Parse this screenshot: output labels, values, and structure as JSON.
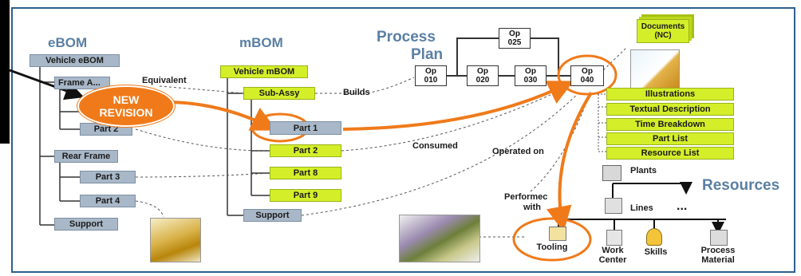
{
  "ebom": {
    "title": "eBOM",
    "root": "Vehicle eBOM",
    "frame": "Frame A...",
    "part2": "Part 2",
    "rear_frame": "Rear Frame",
    "part3": "Part 3",
    "part4": "Part 4",
    "support": "Support"
  },
  "mbom": {
    "title": "mBOM",
    "root": "Vehicle mBOM",
    "sub_assy": "Sub-Assy",
    "part1": "Part 1",
    "part2": "Part 2",
    "part8": "Part 8",
    "part9": "Part 9",
    "support": "Support"
  },
  "process_plan": {
    "title_line1": "Process",
    "title_line2": "Plan",
    "ops": [
      {
        "top": "Op",
        "bottom": "010"
      },
      {
        "top": "Op",
        "bottom": "020"
      },
      {
        "top": "Op",
        "bottom": "025"
      },
      {
        "top": "Op",
        "bottom": "030"
      },
      {
        "top": "Op",
        "bottom": "040"
      }
    ]
  },
  "documents": {
    "label_line1": "Documents",
    "label_line2": "(NC)",
    "items": [
      "Illustrations",
      "Textual Description",
      "Time Breakdown",
      "Part List",
      "Resource List"
    ]
  },
  "resources": {
    "title": "Resources",
    "plants": "Plants",
    "lines": "Lines",
    "ellipsis": "...",
    "tooling": "Tooling",
    "work_center_line1": "Work",
    "work_center_line2": "Center",
    "skills": "Skills",
    "process_material_line1": "Process",
    "process_material_line2": "Material"
  },
  "labels": {
    "equivalent": "Equivalent",
    "builds": "Builds",
    "consumed": "Consumed",
    "operated_on": "Operated on",
    "performed_line1": "Performec",
    "performed_line2": "with"
  },
  "callout": {
    "line1": "NEW",
    "line2": "REVISION"
  },
  "colors": {
    "accent_orange": "#f07a1a",
    "lime": "#d4ee2a",
    "gray_box": "#a9b8c8",
    "title_blue": "#5a7fa3",
    "frame_blue": "#2f5f8f"
  }
}
